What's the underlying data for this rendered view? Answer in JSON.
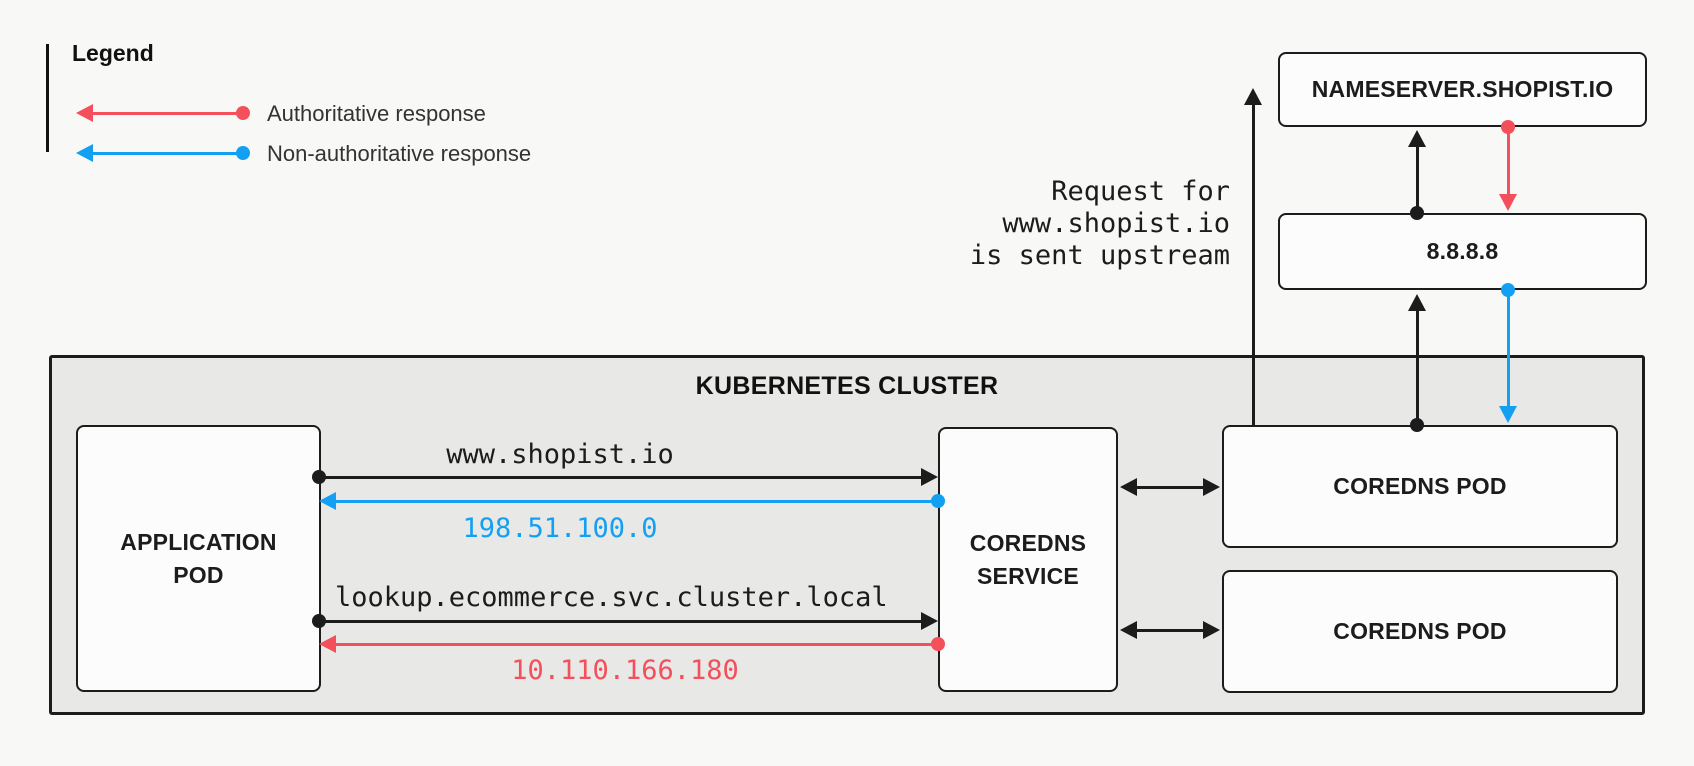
{
  "colors": {
    "ink": "#1c1c1c",
    "authoritative": "#f4505c",
    "non_authoritative": "#14a0f2",
    "background": "#f8f8f7",
    "cluster_fill": "#e8e8e7",
    "box_fill": "#fcfcfc"
  },
  "legend": {
    "title": "Legend",
    "items": [
      {
        "label": "Authoritative response",
        "color": "#f4505c"
      },
      {
        "label": "Non-authoritative response",
        "color": "#14a0f2"
      }
    ]
  },
  "external": {
    "nameserver_label": "NAMESERVER.SHOPIST.IO",
    "public_resolver_label": "8.8.8.8",
    "upstream_note": "Request for\nwww.shopist.io\nis sent upstream"
  },
  "cluster": {
    "title": "KUBERNETES CLUSTER",
    "application_pod_label": "APPLICATION POD",
    "coredns_service_label": "COREDNS SERVICE",
    "coredns_pod_top_label": "COREDNS POD",
    "coredns_pod_bottom_label": "COREDNS POD",
    "requests": [
      {
        "query": "www.shopist.io",
        "response": "198.51.100.0",
        "response_type": "non-authoritative"
      },
      {
        "query": "lookup.ecommerce.svc.cluster.local",
        "response": "10.110.166.180",
        "response_type": "authoritative"
      }
    ]
  }
}
